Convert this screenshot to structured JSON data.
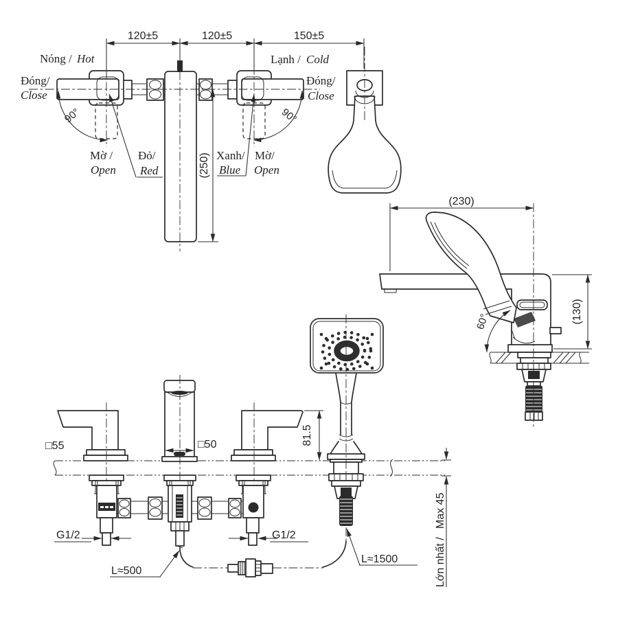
{
  "plan_view": {
    "dim_left": "120±5",
    "dim_mid": "120±5",
    "dim_right": "150±5",
    "hot_vi": "Nóng /",
    "hot_en": "Hot",
    "cold_vi": "Lạnh /",
    "cold_en": "Cold",
    "close_left_vi": "Đóng/",
    "close_left_en": "Close",
    "close_right_vi": "Đóng/",
    "close_right_en": "Close",
    "open_left_vi": "Mờ /",
    "open_left_en": "Open",
    "open_right_vi": "Mờ/",
    "open_right_en": "Open",
    "red_vi": "Đỏ/",
    "red_en": "Red",
    "blue_vi": "Xanh/",
    "blue_en": "Blue",
    "angle_left": "90°",
    "angle_right": "90°",
    "spout_reach": "(250)"
  },
  "side_view": {
    "dim_width": "(230)",
    "dim_height": "(130)",
    "angle": "60°"
  },
  "front_view": {
    "handle_size": "□55",
    "spout_size": "□50",
    "handle_height": "81.5",
    "thread_left": "G1/2",
    "thread_right": "G1/2",
    "hose_supply": "L≈500",
    "hose_shower": "L≈1500",
    "deck_max_vi": "Lớn nhất / ",
    "deck_max_en": "Max 45"
  },
  "colors": {
    "line": "#2b2b2b",
    "background": "#ffffff"
  }
}
